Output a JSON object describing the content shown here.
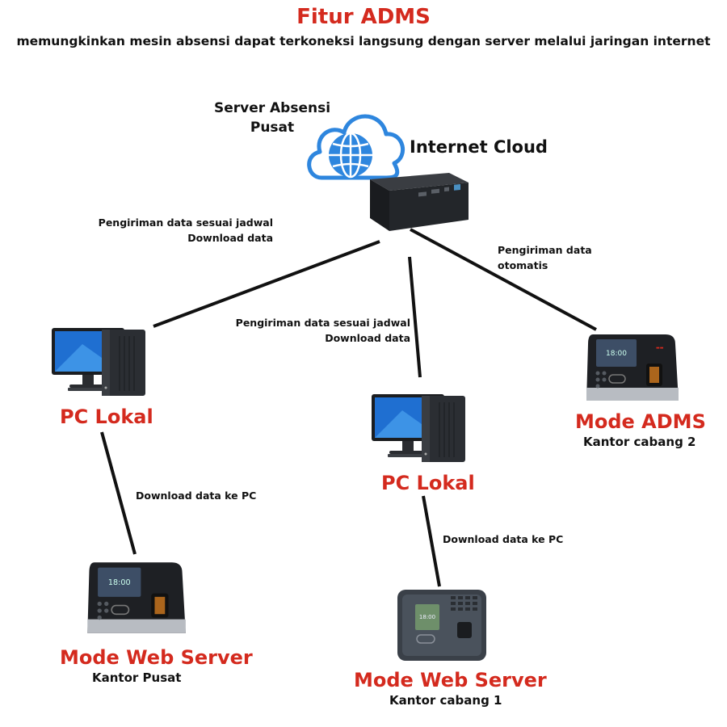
{
  "header": {
    "title": "Fitur ADMS",
    "subtitle": "memungkinkan mesin absensi dapat terkoneksi langsung dengan server melalui jaringan internet"
  },
  "server": {
    "label_line1": "Server Absensi",
    "label_line2": "Pusat",
    "cloud_label": "Internet Cloud"
  },
  "edges": {
    "left": {
      "line1": "Pengiriman data sesuai jadwal",
      "line2": "Download data"
    },
    "center": {
      "line1": "Pengiriman data sesuai jadwal",
      "line2": "Download data"
    },
    "right": {
      "line1": "Pengiriman data",
      "line2": "otomatis"
    },
    "left_down": {
      "text": "Download data ke PC"
    },
    "center_down": {
      "text": "Download data ke PC"
    }
  },
  "nodes": {
    "pc_left": {
      "label": "PC Lokal"
    },
    "pc_center": {
      "label": "PC Lokal"
    },
    "adms": {
      "label": "Mode ADMS",
      "sub": "Kantor cabang 2"
    },
    "web_left": {
      "label": "Mode Web Server",
      "sub": "Kantor  Pusat"
    },
    "web_center": {
      "label": "Mode Web Server",
      "sub": "Kantor cabang 1"
    }
  },
  "device_screens": {
    "clock": "18:00"
  },
  "colors": {
    "accent_red": "#d42a1e",
    "cloud_blue": "#2e86de",
    "line": "#111111"
  }
}
